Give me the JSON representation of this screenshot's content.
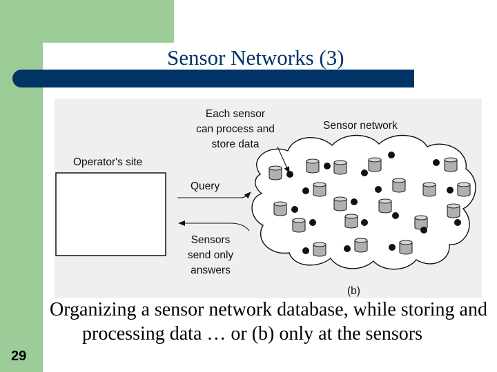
{
  "slide": {
    "title": "Sensor Networks (3)",
    "number": "29",
    "caption": "Organizing a sensor network database, while storing and processing data … or (b) only at the sensors"
  },
  "figure": {
    "operator_site_label": "Operator's site",
    "query_label": "Query",
    "sensors_answer_label": [
      "Sensors",
      "send only",
      "answers"
    ],
    "each_sensor_label": [
      "Each sensor",
      "can process and",
      "store data"
    ],
    "sensor_network_label": "Sensor network",
    "panel_label": "(b)"
  },
  "colors": {
    "sidebar_green": "#9ccc98",
    "title_bar_navy": "#003366",
    "title_text": "#003366",
    "figure_background": "#efefef"
  }
}
